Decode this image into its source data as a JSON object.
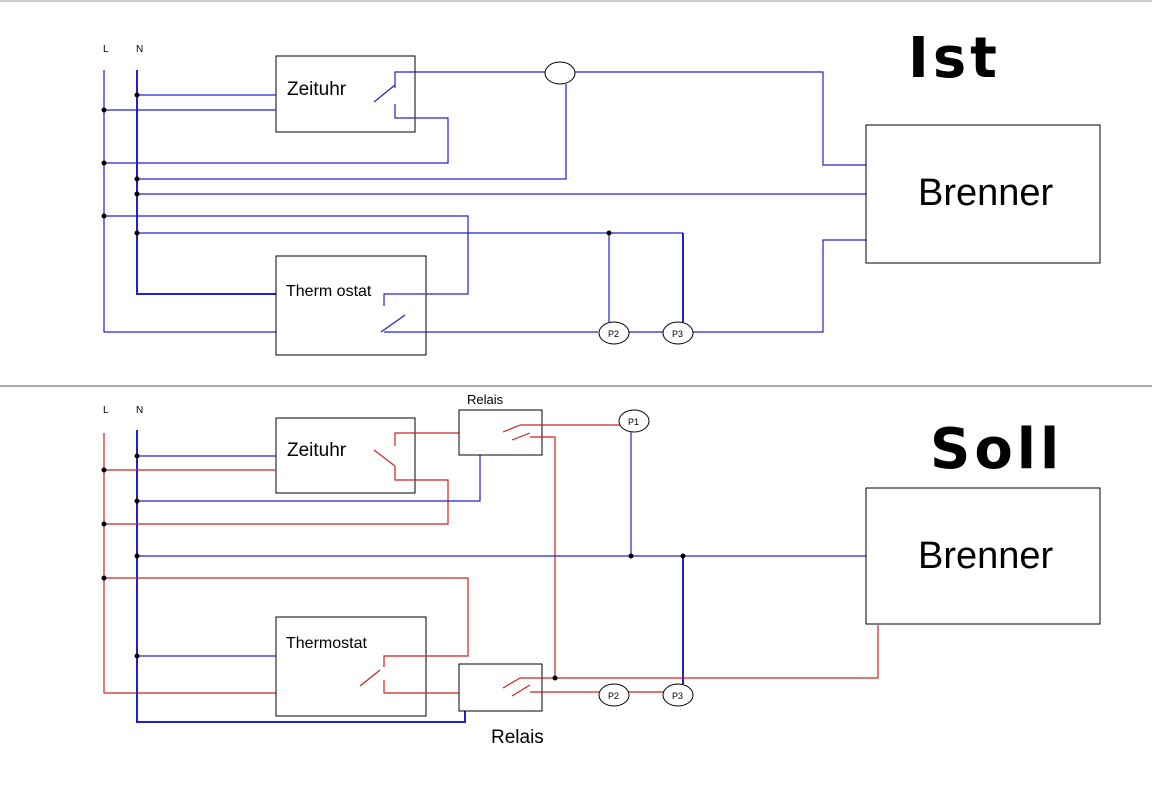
{
  "ist": {
    "title": "Ist",
    "bus_l": "L",
    "bus_n": "N",
    "zeituhr": "Zeituhr",
    "thermostat": "Therm ostat",
    "brenner": "Brenner",
    "p2": "P2",
    "p3": "P3"
  },
  "soll": {
    "title": "Soll",
    "bus_l": "L",
    "bus_n": "N",
    "zeituhr": "Zeituhr",
    "thermostat": "Thermostat",
    "brenner": "Brenner",
    "relais_top": "Relais",
    "relais_bottom": "Relais",
    "p1": "P1",
    "p2": "P2",
    "p3": "P3"
  },
  "colors": {
    "neutral_wire": "#2020d0",
    "phase_wire": "#d02020",
    "outline": "#000000"
  }
}
